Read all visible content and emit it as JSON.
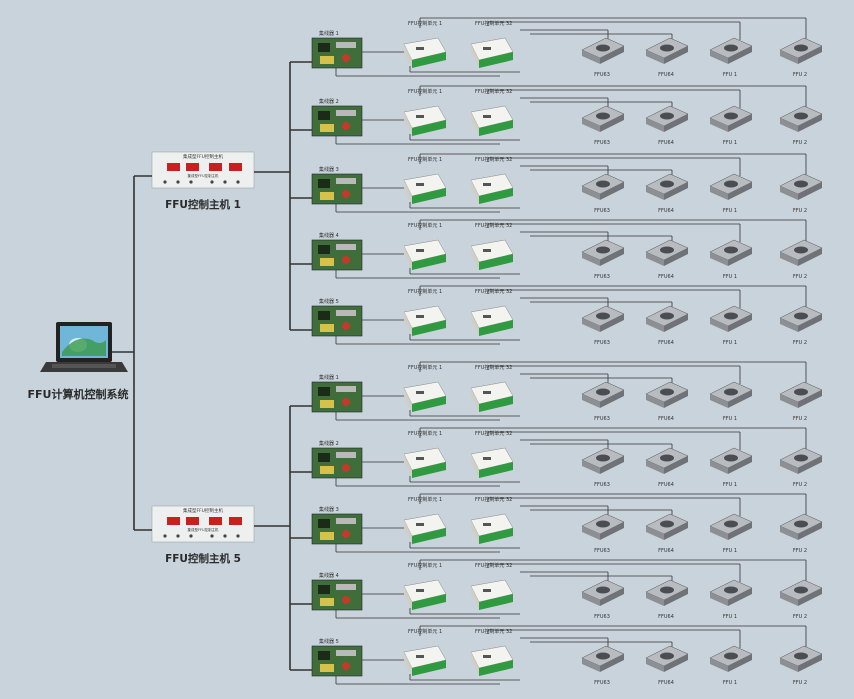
{
  "pc_label": "FFU计算机控制系统",
  "groups": [
    {
      "host_label": "FFU控制主机 1",
      "host_panel_title": "集成型FFU控制主机",
      "host_panel_sub": "集成型FFU控制主机",
      "rows": [
        {
          "collector": "集线器 1",
          "unit_a": "FFU控制单元 1",
          "unit_b": "FFU控制单元 32",
          "ffus": [
            "FFU63",
            "FFU64",
            "FFU 1",
            "FFU 2"
          ]
        },
        {
          "collector": "集线器 2",
          "unit_a": "FFU控制单元 1",
          "unit_b": "FFU控制单元 32",
          "ffus": [
            "FFU63",
            "FFU64",
            "FFU 1",
            "FFU 2"
          ]
        },
        {
          "collector": "集线器 3",
          "unit_a": "FFU控制单元 1",
          "unit_b": "FFU控制单元 32",
          "ffus": [
            "FFU63",
            "FFU64",
            "FFU 1",
            "FFU 2"
          ]
        },
        {
          "collector": "集线器 4",
          "unit_a": "FFU控制单元 1",
          "unit_b": "FFU控制单元 32",
          "ffus": [
            "FFU63",
            "FFU64",
            "FFU 1",
            "FFU 2"
          ]
        },
        {
          "collector": "集线器 5",
          "unit_a": "FFU控制单元 1",
          "unit_b": "FFU控制单元 32",
          "ffus": [
            "FFU63",
            "FFU64",
            "FFU 1",
            "FFU 2"
          ]
        }
      ]
    },
    {
      "host_label": "FFU控制主机 5",
      "host_panel_title": "集成型FFU控制主机",
      "host_panel_sub": "集成型FFU控制主机",
      "rows": [
        {
          "collector": "集线器 1",
          "unit_a": "FFU控制单元 1",
          "unit_b": "FFU控制单元 32",
          "ffus": [
            "FFU63",
            "FFU64",
            "FFU 1",
            "FFU 2"
          ]
        },
        {
          "collector": "集线器 2",
          "unit_a": "FFU控制单元 1",
          "unit_b": "FFU控制单元 32",
          "ffus": [
            "FFU63",
            "FFU64",
            "FFU 1",
            "FFU 2"
          ]
        },
        {
          "collector": "集线器 3",
          "unit_a": "FFU控制单元 1",
          "unit_b": "FFU控制单元 32",
          "ffus": [
            "FFU63",
            "FFU64",
            "FFU 1",
            "FFU 2"
          ]
        },
        {
          "collector": "集线器 4",
          "unit_a": "FFU控制单元 1",
          "unit_b": "FFU控制单元 32",
          "ffus": [
            "FFU63",
            "FFU64",
            "FFU 1",
            "FFU 2"
          ]
        },
        {
          "collector": "集线器 5",
          "unit_a": "FFU控制单元 1",
          "unit_b": "FFU控制单元 32",
          "ffus": [
            "FFU63",
            "FFU64",
            "FFU 1",
            "FFU 2"
          ]
        }
      ]
    }
  ],
  "colors": {
    "background": "#c9d3db",
    "line": "#333333",
    "panel": "#eef0f0",
    "panel_red": "#c8201e",
    "board_green": "#3f6e3a",
    "unit_white": "#f3f3ef",
    "unit_green": "#2f9a3f",
    "ffu_body": "#8c9095",
    "ffu_top": "#b8bcc0"
  }
}
